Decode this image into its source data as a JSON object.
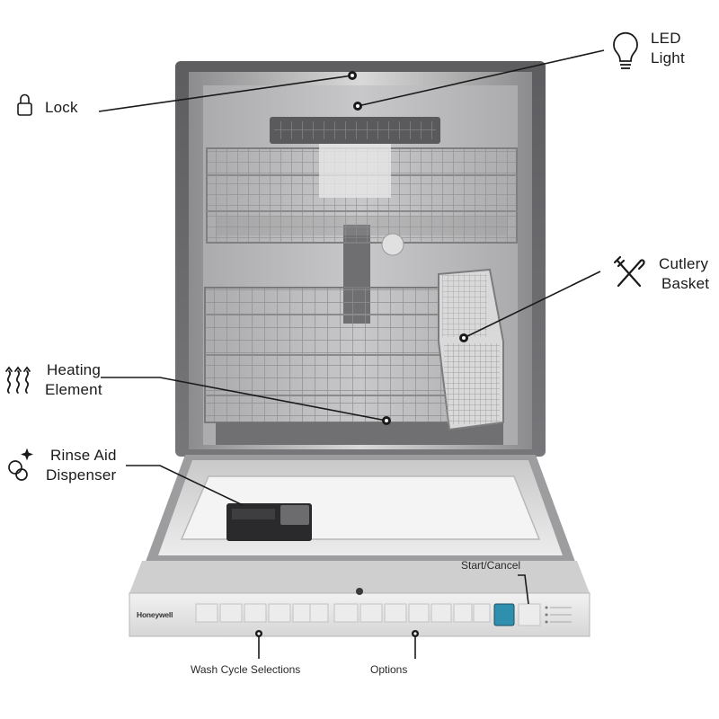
{
  "callouts": {
    "lock": "Lock",
    "led_light_line1": "LED",
    "led_light_line2": "Light",
    "cutlery_line1": "Cutlery",
    "cutlery_line2": "Basket",
    "heating_line1": "Heating",
    "heating_line2": "Element",
    "rinse_line1": "Rinse Aid",
    "rinse_line2": "Dispenser",
    "start_cancel": "Start/Cancel",
    "wash_cycle": "Wash Cycle Selections",
    "options": "Options"
  },
  "panel": {
    "brand": "Honeywell"
  },
  "icons": [
    "lock-icon",
    "light-bulb-icon",
    "cutlery-icon",
    "heat-waves-icon",
    "bubbles-sparkle-icon"
  ],
  "colors": {
    "steel_dark": "#6e6e70",
    "steel_light": "#e4e4e4",
    "rack": "#9a9a9a",
    "leader_line": "#1a1a1a",
    "display": "#2f8fae"
  }
}
